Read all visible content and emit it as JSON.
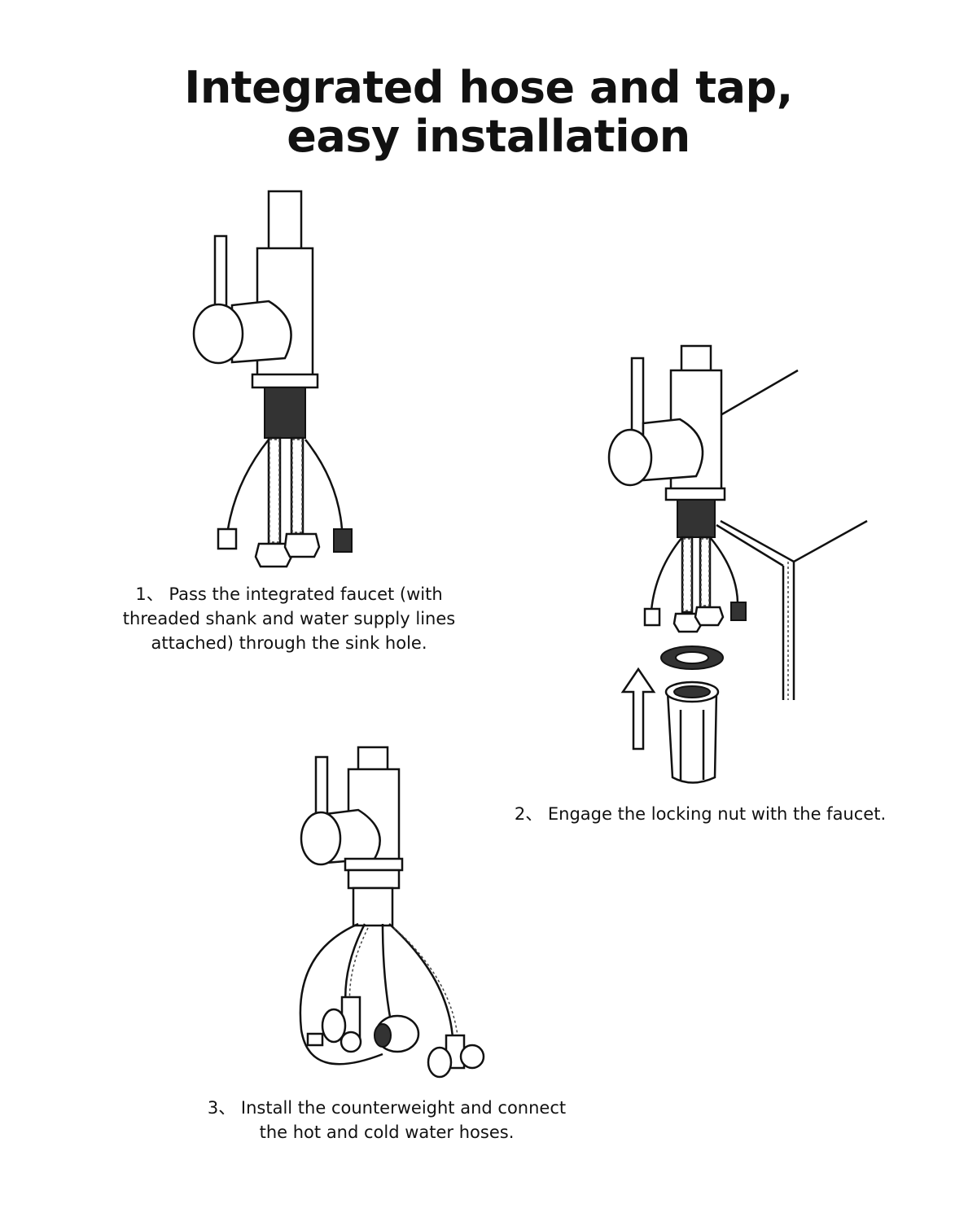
{
  "title": {
    "line1": "Integrated hose and tap,",
    "line2": "easy installation"
  },
  "steps": [
    {
      "caption": "1、 Pass the integrated faucet (with threaded shank and water supply lines attached) through the sink hole."
    },
    {
      "caption": "2、 Engage the locking nut with the faucet."
    },
    {
      "caption": "3、 Install the counterweight and connect the hot and cold water hoses."
    }
  ]
}
